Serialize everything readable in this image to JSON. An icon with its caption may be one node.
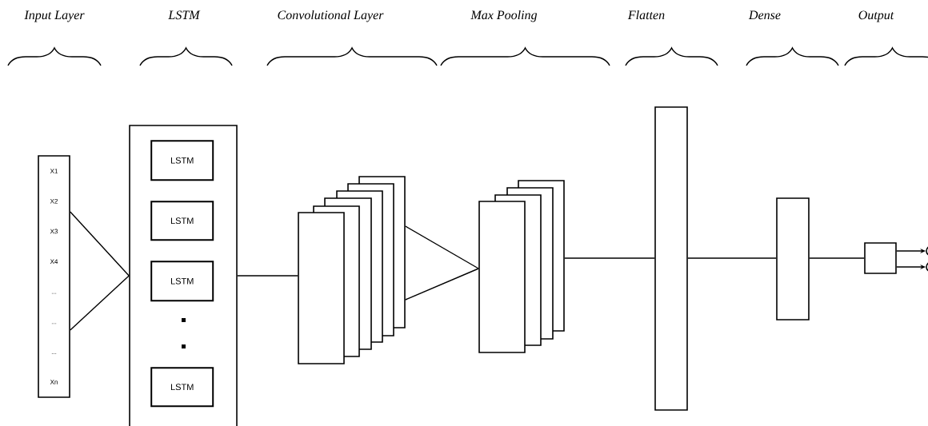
{
  "diagram": {
    "nodes": [
      {
        "text": [
          "X1",
          "X2",
          "X3",
          "X4",
          "...",
          "...",
          "...",
          "Xn"
        ]
      },
      {
        "text": [],
        "shape": "box"
      },
      {
        "text": [
          "LSTM"
        ],
        "in": 1
      },
      {
        "text": [
          "LSTM"
        ],
        "in": 1
      },
      {
        "text": [
          "LSTM"
        ],
        "in": 1
      },
      {
        "text": [
          "LSTM"
        ],
        "in": 1
      },
      {
        "text": [],
        "shape": "box"
      },
      {
        "text": [],
        "shape": "box"
      },
      {
        "text": [],
        "shape": "box"
      },
      {
        "text": [],
        "shape": "box"
      },
      {
        "text": [],
        "shape": "box"
      },
      {
        "text": [],
        "shape": "box"
      },
      {
        "text": [],
        "shape": "box"
      },
      {
        "text": [],
        "shape": "box"
      },
      {
        "text": [],
        "shape": "box"
      },
      {
        "text": [],
        "shape": "box"
      },
      {
        "text": [],
        "shape": "bar"
      },
      {
        "text": [],
        "shape": "bar"
      },
      {
        "text": [],
        "shape": "box"
      },
      {
        "text": [],
        "shape": "circle"
      },
      {
        "text": [],
        "shape": "circle"
      }
    ],
    "edges": [
      {
        "from": 0,
        "to": 1,
        "arrow": "none"
      },
      {
        "from": 0,
        "to": 1,
        "arrow": "none"
      },
      {
        "from": 1,
        "to": 6,
        "arrow": "none"
      },
      {
        "from": 11,
        "to": 12,
        "arrow": "none"
      },
      {
        "from": 11,
        "to": 12,
        "arrow": "none"
      },
      {
        "from": 15,
        "to": 16,
        "arrow": "none"
      },
      {
        "from": 16,
        "to": 17,
        "arrow": "none"
      },
      {
        "from": 17,
        "to": 18,
        "arrow": "none"
      },
      {
        "from": 18,
        "to": 19,
        "arrow": "to"
      },
      {
        "from": 18,
        "to": 20,
        "arrow": "to"
      }
    ],
    "labels": [
      "Input Layer",
      "LSTM",
      "Convolutional Layer",
      "Max Pooling",
      "Flatten",
      "Dense",
      "Output"
    ]
  }
}
